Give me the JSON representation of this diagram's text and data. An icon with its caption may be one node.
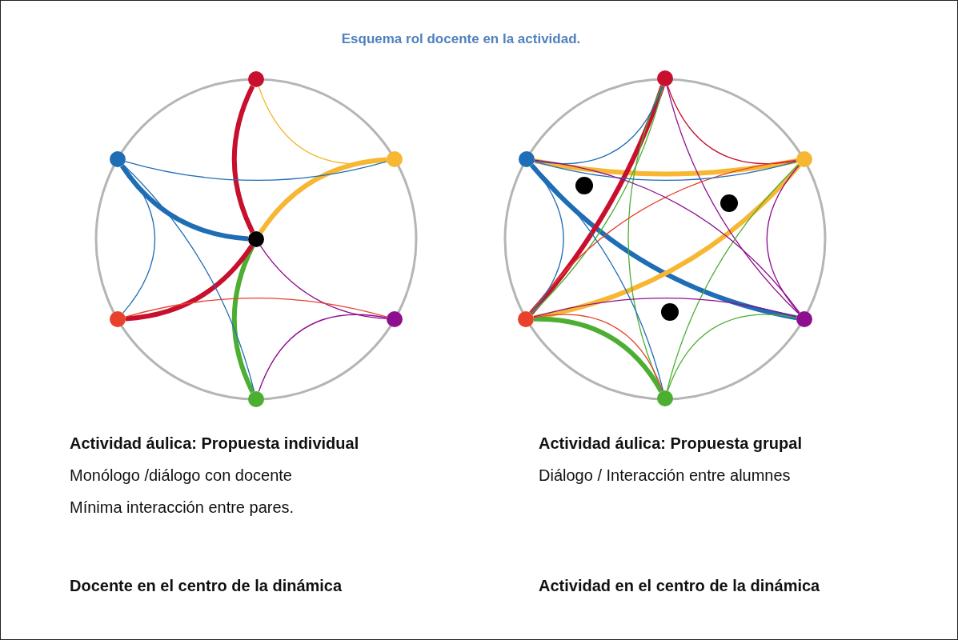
{
  "diagram": {
    "title": "Esquema rol docente en la actividad.",
    "nodes": [
      {
        "text": [],
        "shape": "circle"
      },
      {
        "text": [],
        "shape": "circle"
      },
      {
        "text": [],
        "shape": "circle"
      },
      {
        "text": [],
        "shape": "circle"
      },
      {
        "text": [],
        "shape": "circle"
      },
      {
        "text": [],
        "shape": "circle"
      },
      {
        "text": [],
        "shape": "circle"
      },
      {
        "text": [],
        "shape": "circle"
      },
      {
        "text": [],
        "shape": "circle"
      },
      {
        "text": [],
        "shape": "circle"
      },
      {
        "text": [],
        "shape": "circle"
      },
      {
        "text": [],
        "shape": "circle"
      },
      {
        "text": [],
        "shape": "circle"
      },
      {
        "text": [],
        "shape": "circle"
      },
      {
        "text": [],
        "shape": "circle"
      },
      {
        "text": [],
        "shape": "circle"
      }
    ],
    "edges": [
      {
        "from": 5,
        "to": 6,
        "arrow": "none",
        "style": "thick",
        "color": "#1f6db5"
      },
      {
        "from": 0,
        "to": 6,
        "arrow": "none",
        "style": "thick",
        "color": "#c8102e"
      },
      {
        "from": 1,
        "to": 6,
        "arrow": "none",
        "style": "thick",
        "color": "#f7b733"
      },
      {
        "from": 6,
        "to": 2,
        "arrow": "none",
        "color": "#8e0f8e"
      },
      {
        "from": 6,
        "to": 3,
        "arrow": "none",
        "style": "thick",
        "color": "#4caf32"
      },
      {
        "from": 4,
        "to": 6,
        "arrow": "none",
        "style": "thick",
        "color": "#c8102e"
      },
      {
        "from": 5,
        "to": 1,
        "arrow": "none",
        "color": "#1f6db5"
      },
      {
        "from": 5,
        "to": 3,
        "arrow": "none",
        "color": "#1f6db5"
      },
      {
        "from": 5,
        "to": 4,
        "arrow": "none",
        "color": "#1f6db5"
      },
      {
        "from": 0,
        "to": 1,
        "arrow": "none",
        "color": "#f7b733"
      },
      {
        "from": 4,
        "to": 2,
        "arrow": "none",
        "color": "#e8412c"
      },
      {
        "from": 2,
        "to": 3,
        "arrow": "none",
        "color": "#8e0f8e"
      },
      {
        "from": 12,
        "to": 9,
        "arrow": "none",
        "style": "thick",
        "color": "#1f6db5"
      },
      {
        "from": 12,
        "to": 8,
        "arrow": "none",
        "style": "thick",
        "color": "#f7b733"
      },
      {
        "from": 11,
        "to": 8,
        "arrow": "none",
        "style": "thick",
        "color": "#f7b733"
      },
      {
        "from": 11,
        "to": 7,
        "arrow": "none",
        "style": "thick",
        "color": "#c8102e"
      },
      {
        "from": 11,
        "to": 10,
        "arrow": "none",
        "style": "thick",
        "color": "#4caf32"
      },
      {
        "from": 7,
        "to": 8,
        "arrow": "none",
        "color": "#c8102e"
      },
      {
        "from": 7,
        "to": 9,
        "arrow": "none",
        "color": "#8e0f8e"
      },
      {
        "from": 7,
        "to": 10,
        "arrow": "none",
        "color": "#4caf32"
      },
      {
        "from": 7,
        "to": 11,
        "arrow": "none",
        "color": "#4caf32"
      },
      {
        "from": 7,
        "to": 12,
        "arrow": "none",
        "color": "#1f6db5"
      },
      {
        "from": 8,
        "to": 9,
        "arrow": "none",
        "color": "#8e0f8e"
      },
      {
        "from": 8,
        "to": 10,
        "arrow": "none",
        "color": "#4caf32"
      },
      {
        "from": 8,
        "to": 11,
        "arrow": "none",
        "color": "#e8412c"
      },
      {
        "from": 8,
        "to": 12,
        "arrow": "none",
        "color": "#1f6db5"
      },
      {
        "from": 9,
        "to": 10,
        "arrow": "none",
        "color": "#4caf32"
      },
      {
        "from": 9,
        "to": 11,
        "arrow": "none",
        "color": "#8e0f8e"
      },
      {
        "from": 9,
        "to": 12,
        "arrow": "none",
        "color": "#8e0f8e"
      },
      {
        "from": 10,
        "to": 11,
        "arrow": "none",
        "color": "#e8412c"
      },
      {
        "from": 10,
        "to": 12,
        "arrow": "none",
        "color": "#1f6db5"
      },
      {
        "from": 11,
        "to": 12,
        "arrow": "none",
        "color": "#1f6db5"
      }
    ],
    "labels": [
      "Actividad áulica: Propuesta individual",
      "Actividad áulica: Propuesta grupal",
      "Monólogo /diálogo con docente",
      "Diálogo / Interacción entre alumnes",
      "Mínima interacción entre pares.",
      "Docente en el centro de la dinámica",
      "Actividad en el centro de la dinámica"
    ]
  }
}
